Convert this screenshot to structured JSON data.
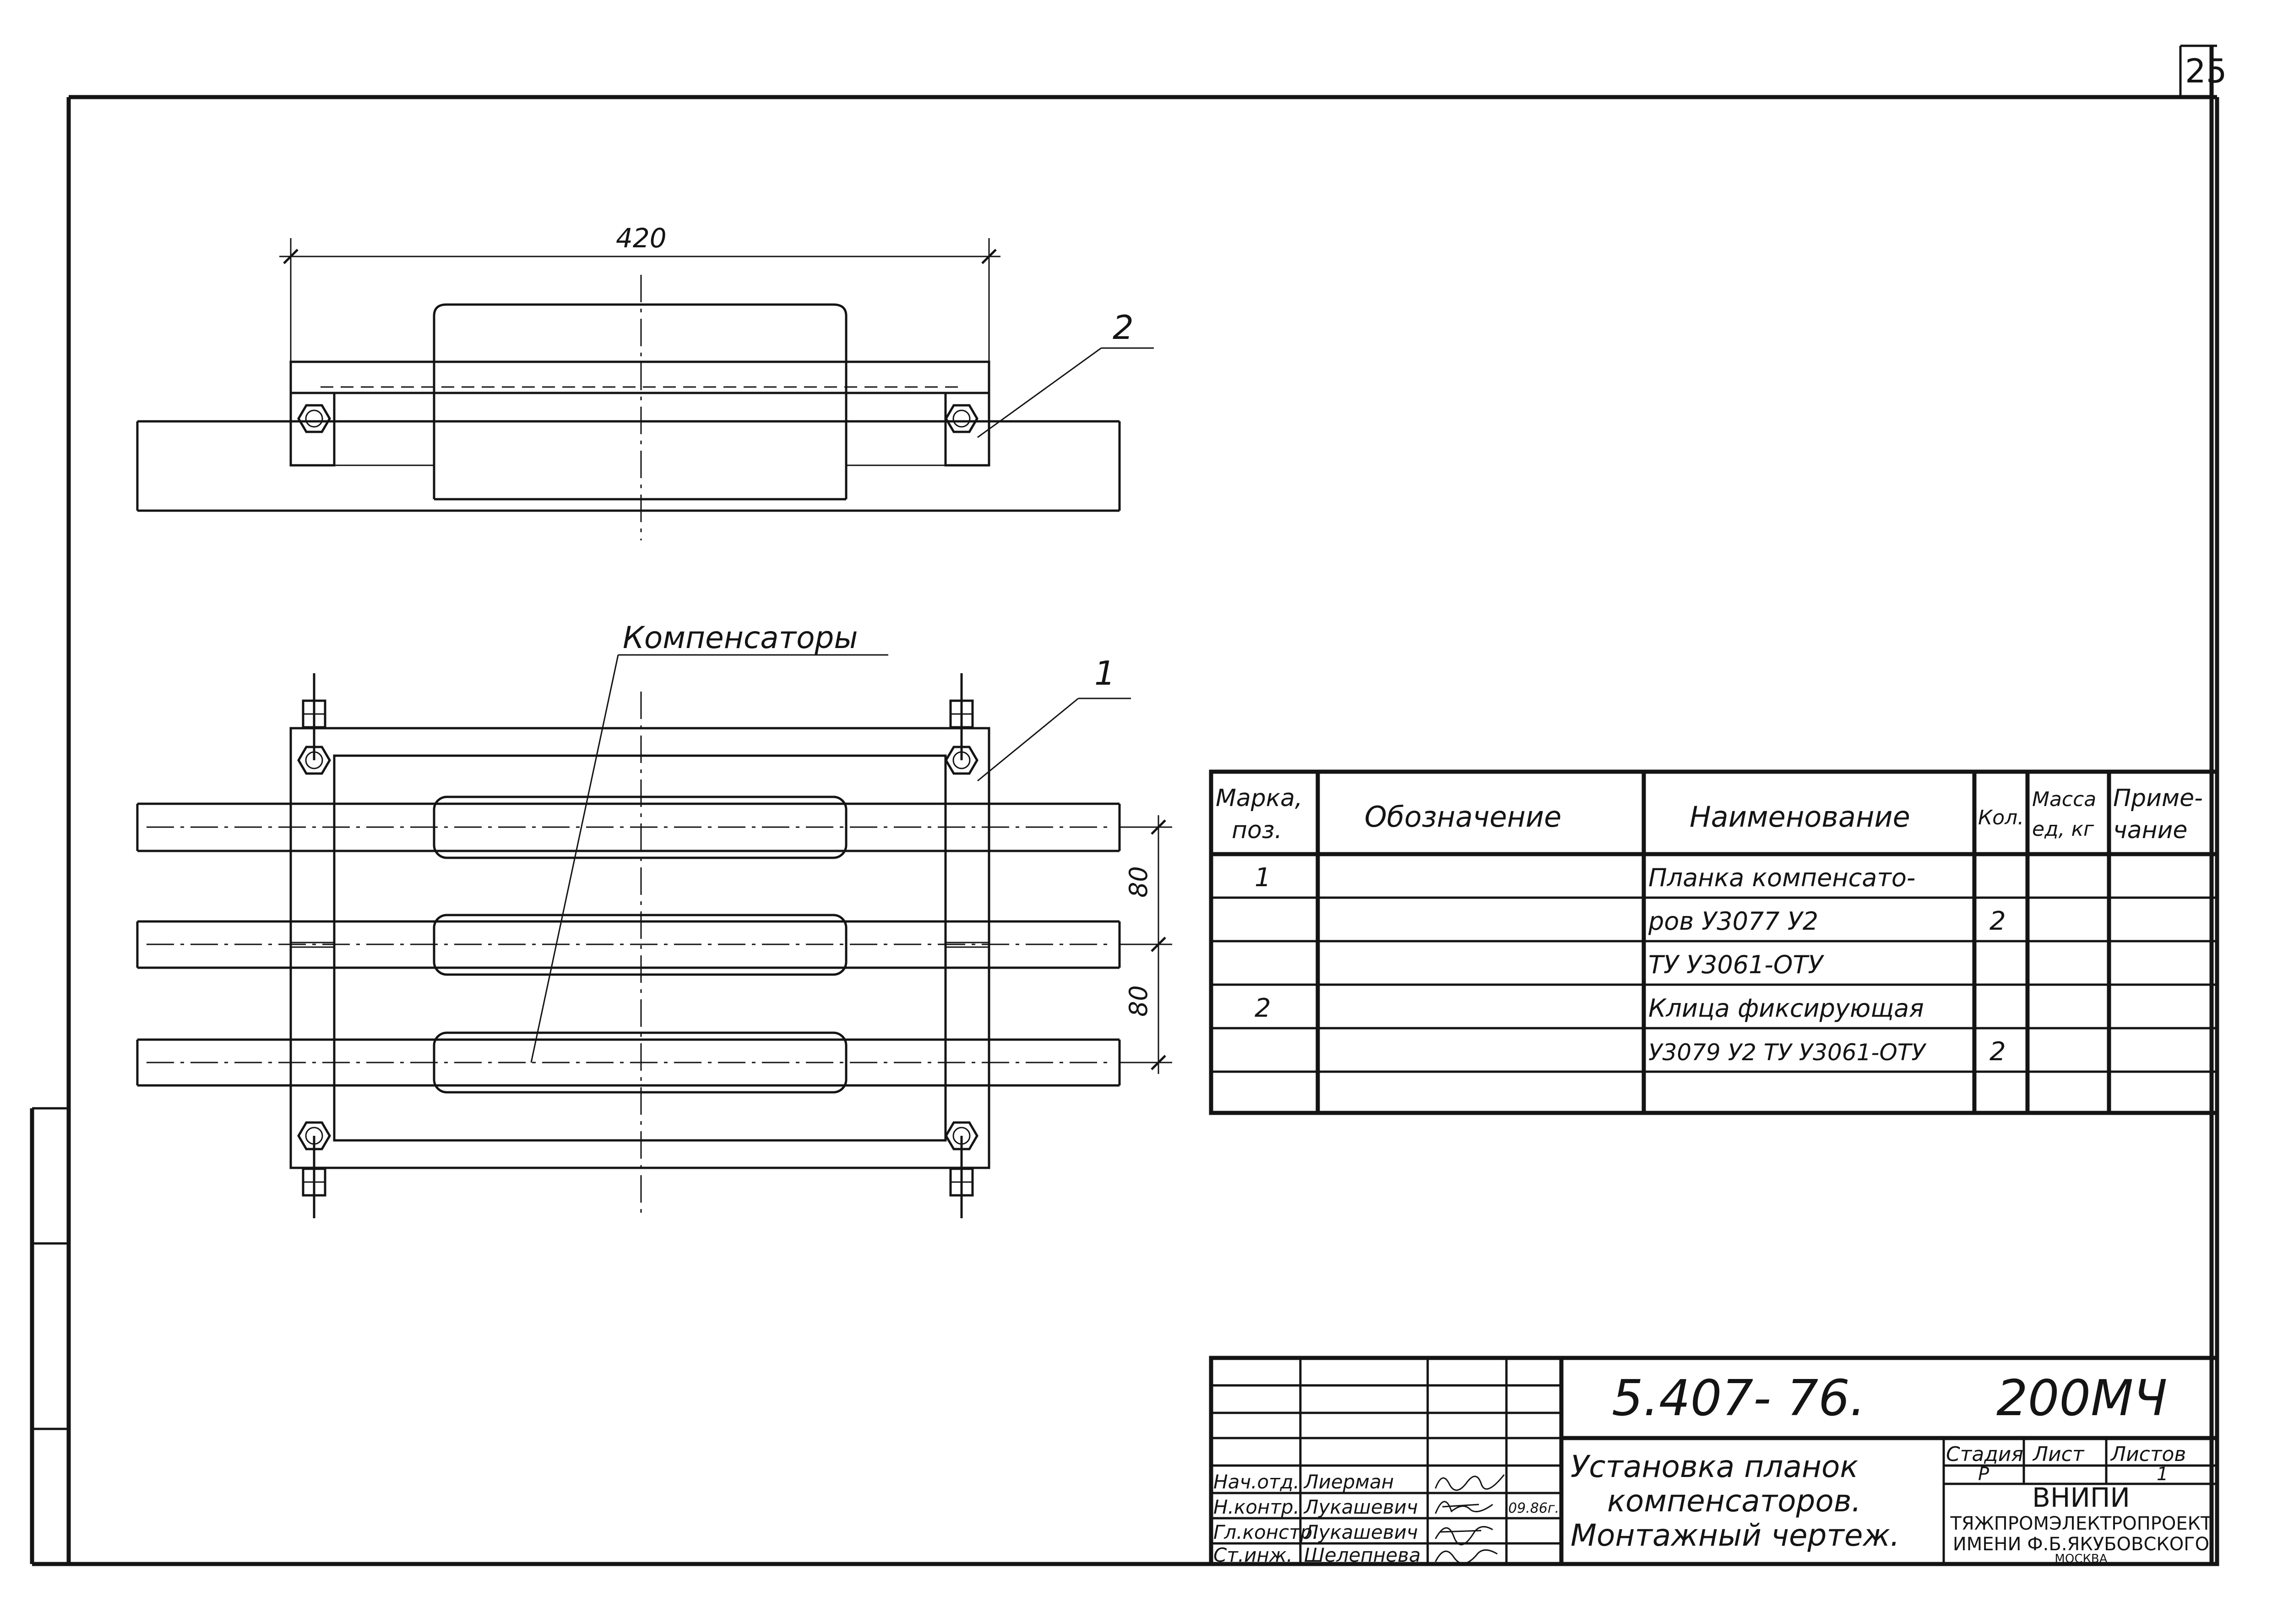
{
  "page": {
    "sheet_number": "25"
  },
  "drawing": {
    "dim_overall": "420",
    "dim_spacing_upper": "80",
    "dim_spacing_lower": "80",
    "label_compensators": "Компенсаторы",
    "callout_1": "1",
    "callout_2": "2"
  },
  "spec_table": {
    "headers": [
      "Марка, поз.",
      "Обозначение",
      "Наименование",
      "Кол.",
      "Масса ед., кг",
      "Приме- чание"
    ],
    "rows": [
      [
        "1",
        "",
        "Планка компенсато-",
        "",
        "",
        ""
      ],
      [
        "",
        "",
        "ров У3077 У2",
        "2",
        "",
        ""
      ],
      [
        "",
        "",
        "ТУ У3061-ОТУ",
        "",
        "",
        ""
      ],
      [
        "2",
        "",
        "Клица фиксирующая",
        "",
        "",
        ""
      ],
      [
        "",
        "",
        "У3079 У2 ТУ У3061-ОТУ",
        "2",
        "",
        ""
      ],
      [
        "",
        "",
        "",
        "",
        "",
        ""
      ]
    ]
  },
  "title_block": {
    "doc_code": "5.407- 76.",
    "doc_suffix": "200МЧ",
    "title_line_1": "Установка планок",
    "title_line_2": "компенсаторов.",
    "title_line_3": "Монтажный чертеж.",
    "stage_label": "Стадия",
    "sheet_label": "Лист",
    "sheets_label": "Листов",
    "stage_value": "Р",
    "sheets_value": "1",
    "org_line_1": "ВНИПИ",
    "org_line_2": "ТЯЖПРОМЭЛЕКТРОПРОЕКТ",
    "org_line_3": "ИМЕНИ Ф.Б.ЯКУБОВСКОГО",
    "org_line_4": "МОСКВА",
    "signers": [
      {
        "role": "Нач.отд.",
        "name": "Лиерман",
        "date": ""
      },
      {
        "role": "Н.контр.",
        "name": "Лукашевич",
        "date": "09.86г."
      },
      {
        "role": "Гл.констр.",
        "name": "Лукашевич",
        "date": ""
      },
      {
        "role": "Ст.инж.",
        "name": "Шелепнева",
        "date": ""
      }
    ]
  }
}
